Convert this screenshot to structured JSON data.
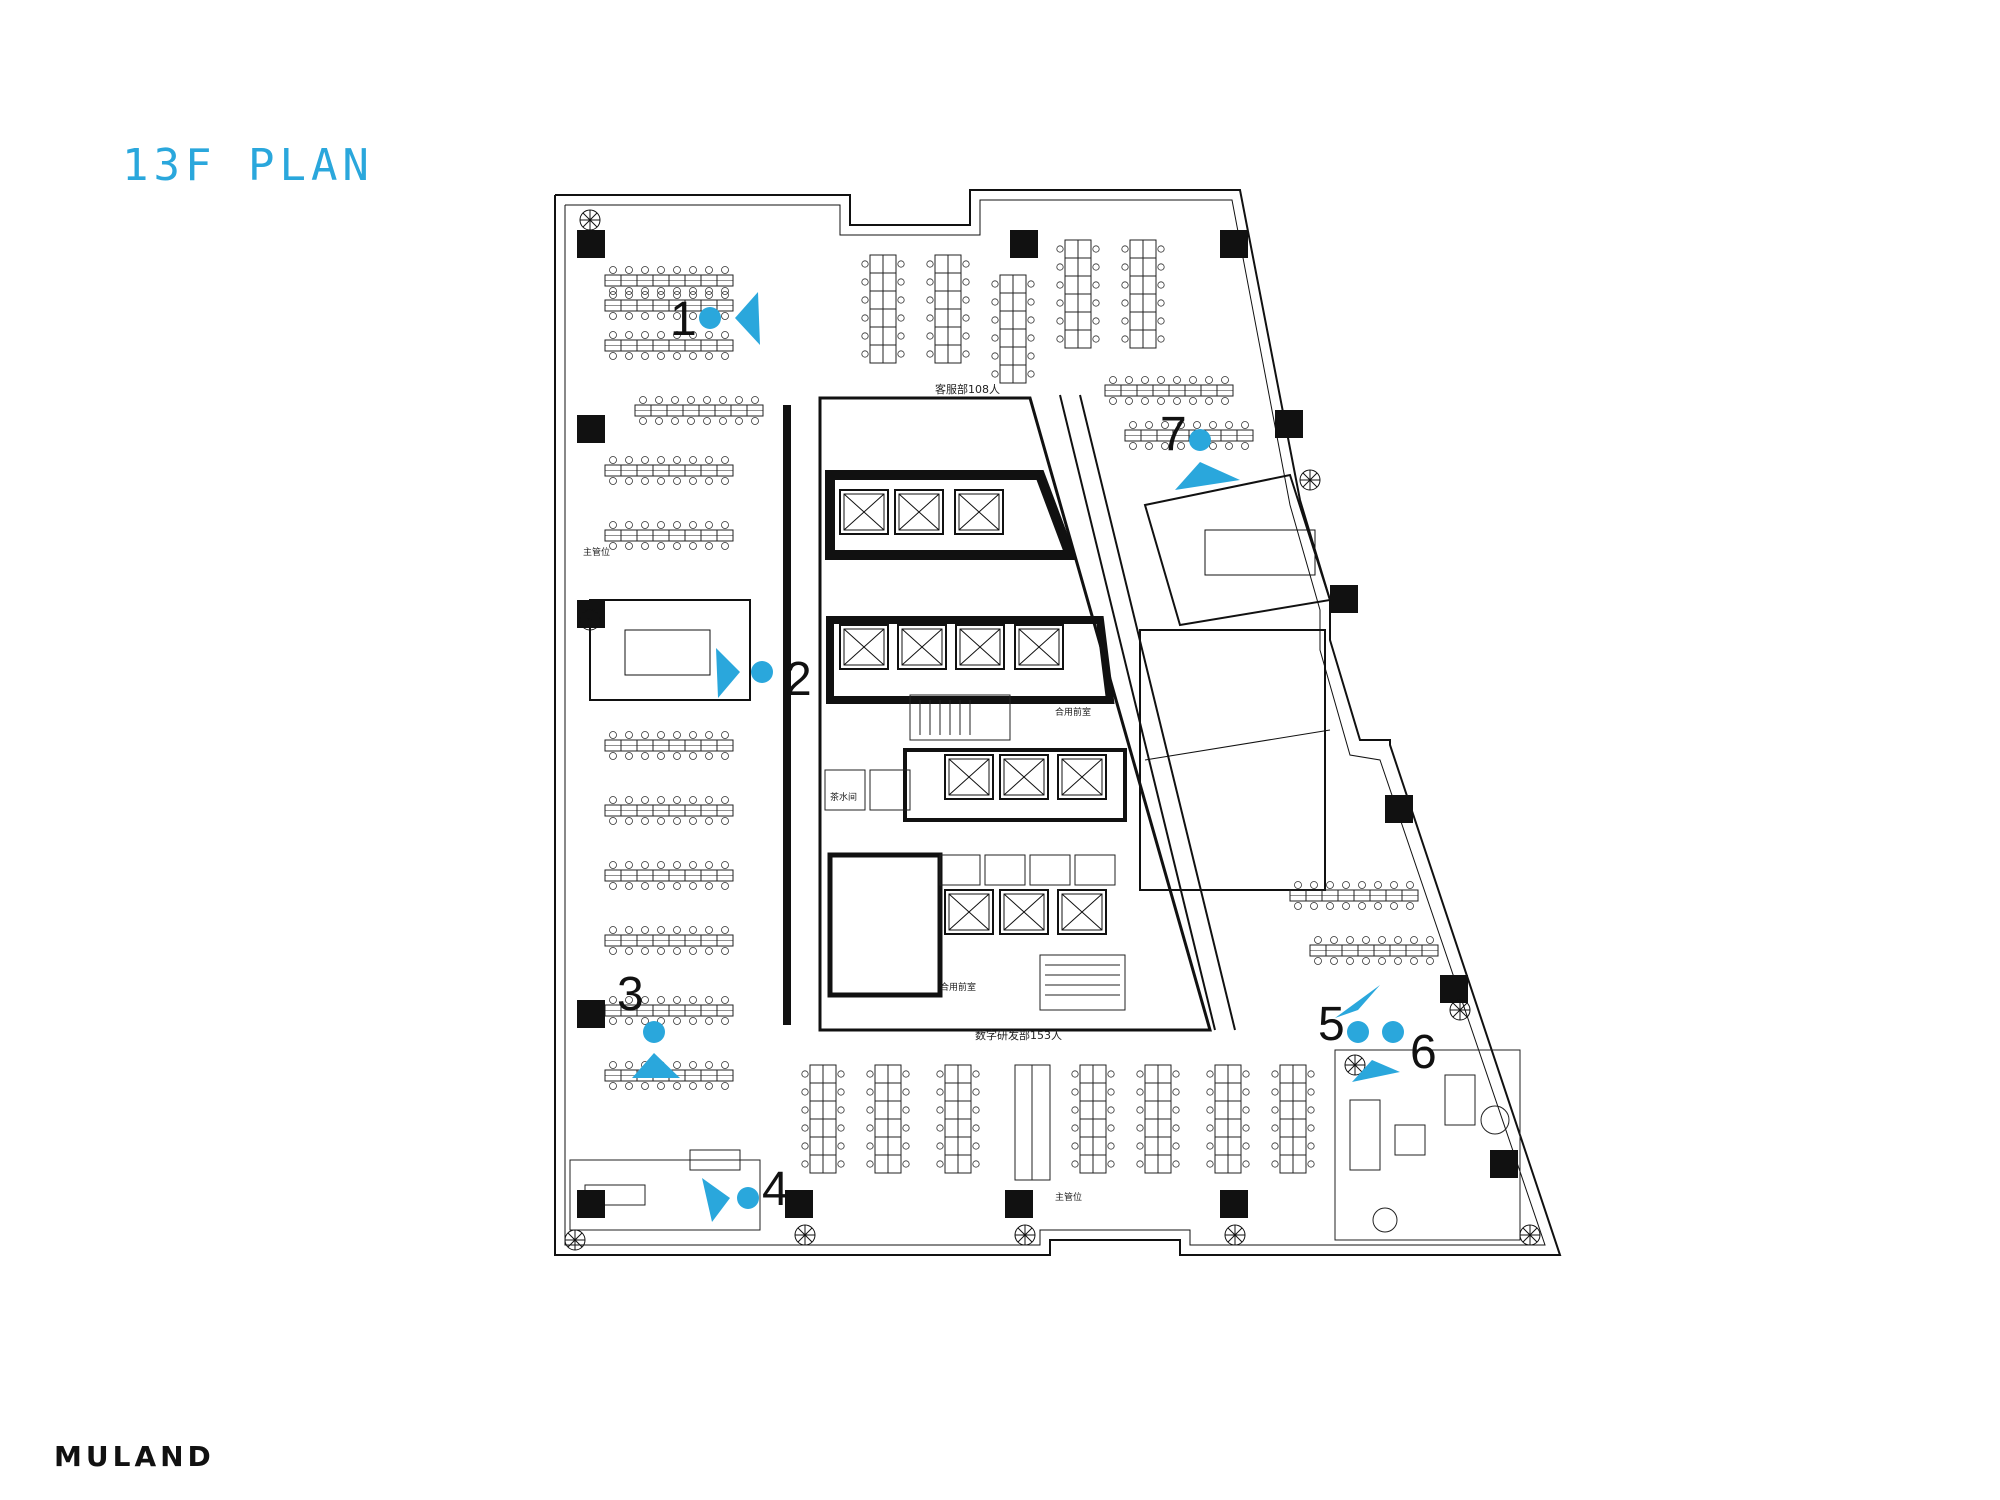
{
  "page": {
    "title": "13F PLAN",
    "brand": "MULAND",
    "accent_color": "#2aa7dc"
  },
  "rooms": {
    "customer_service": "客服部108人",
    "digital_rd": "数字研发部153人",
    "meeting_room_a": "合用前室",
    "meeting_room_b": "合用前室",
    "water_room": "茶水间",
    "director_office": "主管位",
    "director_office_b": "主管位"
  },
  "viewpoints": [
    {
      "label": "1"
    },
    {
      "label": "2"
    },
    {
      "label": "3"
    },
    {
      "label": "4"
    },
    {
      "label": "5"
    },
    {
      "label": "6"
    },
    {
      "label": "7"
    }
  ],
  "icons": {
    "viewpoint_marker": "camera-viewpoint-icon",
    "column": "structural-column-icon",
    "plant": "plant-icon"
  }
}
